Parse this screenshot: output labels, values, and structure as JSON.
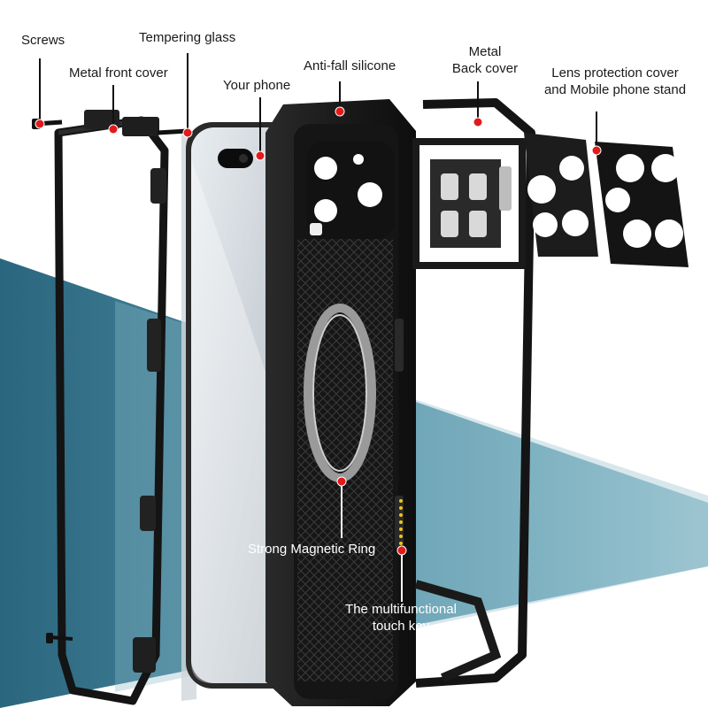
{
  "labels": {
    "screws": "Screws",
    "metal_front_cover": "Metal front cover",
    "tempering_glass": "Tempering glass",
    "your_phone": "Your phone",
    "anti_fall_silicone": "Anti-fall silicone",
    "metal_back_cover_line1": "Metal",
    "metal_back_cover_line2": "Back cover",
    "lens_cover_line1": "Lens protection cover",
    "lens_cover_line2": "and Mobile phone stand",
    "magnetic_ring": "Strong Magnetic Ring",
    "touch_key_line1": "The multifunctional",
    "touch_key_line2": "touch key"
  },
  "colors": {
    "marker": "#e01b1b",
    "band_dark": "#2d6d86",
    "band_mid": "#6aa3b5",
    "band_light": "#b7d3dc",
    "frame": "#141414",
    "label_text": "#1a1a1a"
  }
}
